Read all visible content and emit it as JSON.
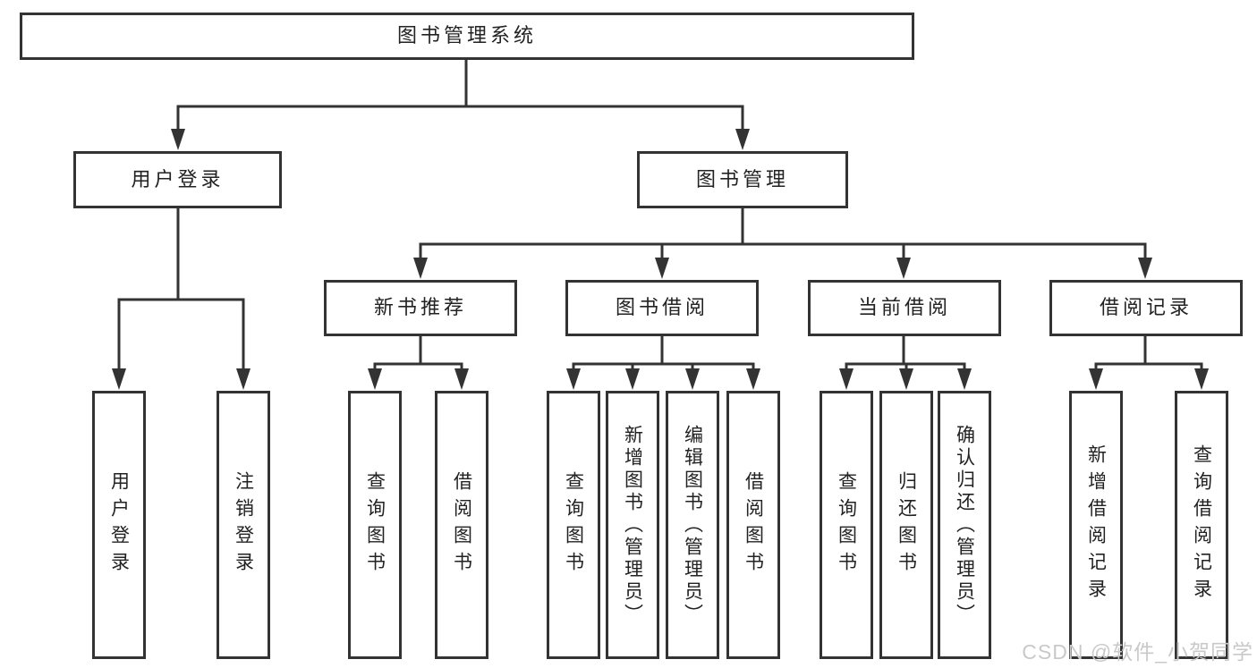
{
  "tree": {
    "root": {
      "label": "图书管理系统"
    },
    "branches": [
      {
        "label": "用户登录",
        "children": [
          {
            "label": "用户登录"
          },
          {
            "label": "注销登录"
          }
        ]
      },
      {
        "label": "图书管理",
        "children": [
          {
            "label": "新书推荐",
            "children": [
              {
                "label": "查询图书"
              },
              {
                "label": "借阅图书"
              }
            ]
          },
          {
            "label": "图书借阅",
            "children": [
              {
                "label": "查询图书"
              },
              {
                "label": "新增图书（管理员）"
              },
              {
                "label": "编辑图书（管理员）"
              },
              {
                "label": "借阅图书"
              }
            ]
          },
          {
            "label": "当前借阅",
            "children": [
              {
                "label": "查询图书"
              },
              {
                "label": "归还图书"
              },
              {
                "label": "确认归还（管理员）"
              }
            ]
          },
          {
            "label": "借阅记录",
            "children": [
              {
                "label": "新增借阅记录"
              },
              {
                "label": "查询借阅记录"
              }
            ]
          }
        ]
      }
    ]
  },
  "watermark": "CSDN @软件_小贺同学",
  "colors": {
    "line": "#333333",
    "text": "#222222",
    "watermark": "#c9c9c9",
    "background": "#ffffff"
  }
}
